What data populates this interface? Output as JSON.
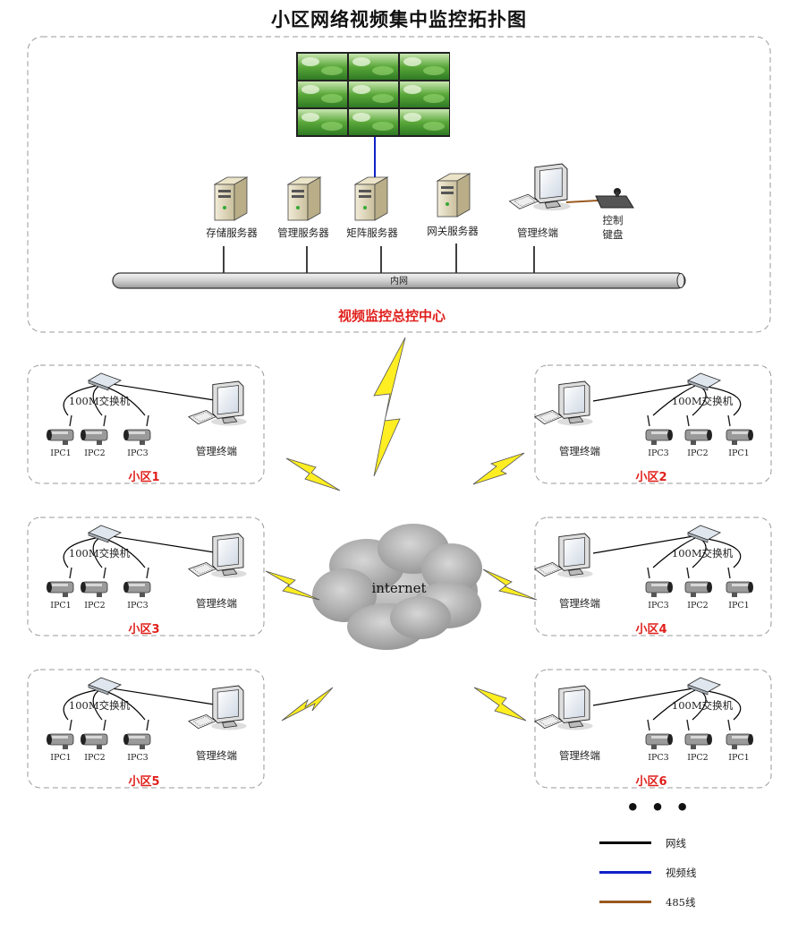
{
  "title": "小区网络视频集中监控拓扑图",
  "center": {
    "name": "视频监控总控中心",
    "bus_label": "内网",
    "devices": {
      "storage_server": "存储服务器",
      "management_server": "管理服务器",
      "matrix_server": "矩阵服务器",
      "gateway_server": "网关服务器",
      "management_terminal": "管理终端",
      "control_keyboard_line1": "控制",
      "control_keyboard_line2": "键盘"
    }
  },
  "cloud_label": "internet",
  "zones": [
    {
      "name": "小区1",
      "switch_label": "100M交换机",
      "terminal_label": "管理终端",
      "cameras": [
        "IPC1",
        "IPC2",
        "IPC3"
      ]
    },
    {
      "name": "小区2",
      "switch_label": "100M交换机",
      "terminal_label": "管理终端",
      "cameras": [
        "IPC3",
        "IPC2",
        "IPC1"
      ]
    },
    {
      "name": "小区3",
      "switch_label": "100M交换机",
      "terminal_label": "管理终端",
      "cameras": [
        "IPC1",
        "IPC2",
        "IPC3"
      ]
    },
    {
      "name": "小区4",
      "switch_label": "100M交换机",
      "terminal_label": "管理终端",
      "cameras": [
        "IPC3",
        "IPC2",
        "IPC1"
      ]
    },
    {
      "name": "小区5",
      "switch_label": "100M交换机",
      "terminal_label": "管理终端",
      "cameras": [
        "IPC1",
        "IPC2",
        "IPC3"
      ]
    },
    {
      "name": "小区6",
      "switch_label": "100M交换机",
      "terminal_label": "管理终端",
      "cameras": [
        "IPC3",
        "IPC2",
        "IPC1"
      ]
    }
  ],
  "ellipsis": "• • •",
  "legend": [
    {
      "label": "网线",
      "color": "#000000"
    },
    {
      "label": "视频线",
      "color": "#1020c8"
    },
    {
      "label": "485线",
      "color": "#9a5a20"
    }
  ],
  "colors": {
    "accent_red": "#e0201c",
    "network_line": "#000000",
    "video_line": "#1020c8",
    "rs485_line": "#9a5a20",
    "lightning": "#ffee22",
    "cloud": "#a0a0a0"
  }
}
